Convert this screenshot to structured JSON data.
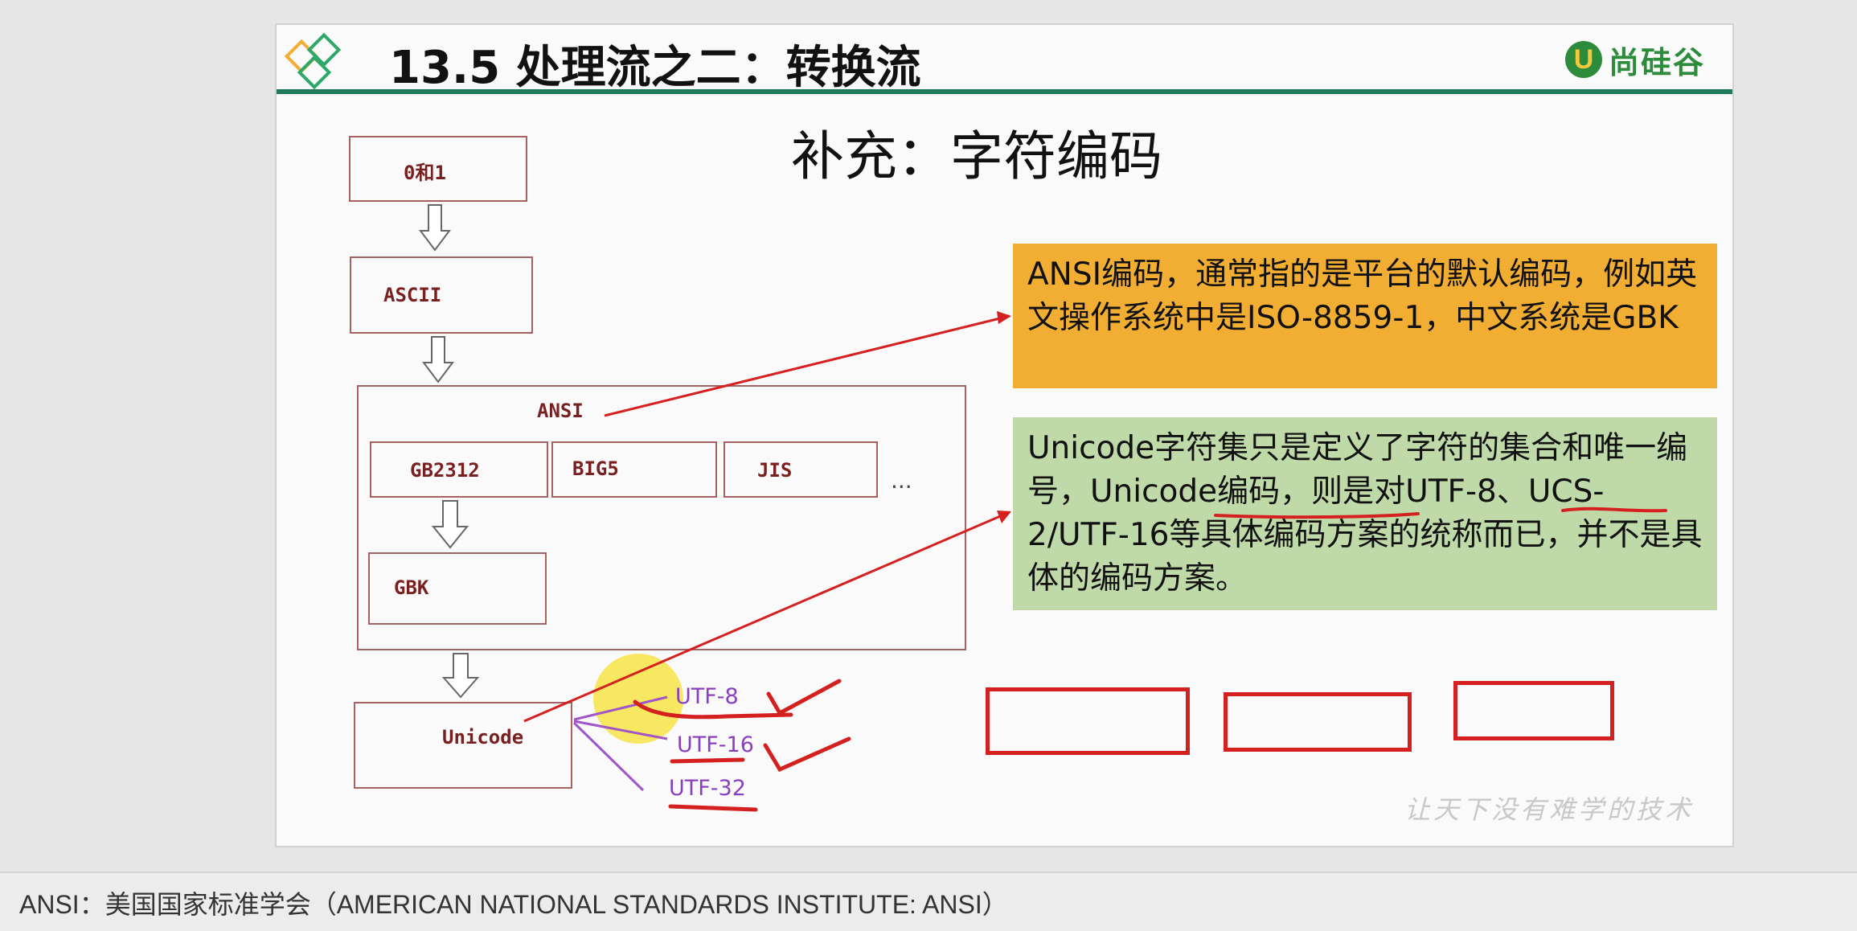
{
  "slide": {
    "title": "13.5 处理流之二：转换流",
    "brand": {
      "mark": "U",
      "name": "尚硅谷"
    },
    "subtitle": "补充：字符编码",
    "watermark": "让天下没有难学的技术"
  },
  "diagram": {
    "box_binary": "0和1",
    "box_ascii": "ASCII",
    "box_ansi": "ANSI",
    "box_gb2312": "GB2312",
    "box_big5": "BIG5",
    "box_jis": "JIS",
    "ellipsis": "...",
    "box_gbk": "GBK",
    "box_unicode": "Unicode",
    "utf8": "UTF-8",
    "utf16": "UTF-16",
    "utf32": "UTF-32"
  },
  "callouts": {
    "ansi_note": "ANSI编码，通常指的是平台的默认编码，例如英文操作系统中是ISO-8859-1，中文系统是GBK",
    "unicode_note_1": "Unicode字符集只是定义了字符的集合和唯一编号，",
    "unicode_note_2": "Unicode编码",
    "unicode_note_3": "，则是对",
    "unicode_note_4": "UTF-8",
    "unicode_note_5": "、UCS-2/UTF-16等具体编码方案的统称而已，并不是具体的编码方案。"
  },
  "caption": "ANSI：美国国家标准学会（AMERICAN NATIONAL STANDARDS INSTITUTE: ANSI）",
  "colors": {
    "header_rule": "#1f7a5a",
    "orange_callout": "#f2ae33",
    "green_callout": "#bfd9a9",
    "annotation_red": "#d52020",
    "utf_purple": "#8a3fbf",
    "highlight_yellow": "#f7e23a"
  }
}
